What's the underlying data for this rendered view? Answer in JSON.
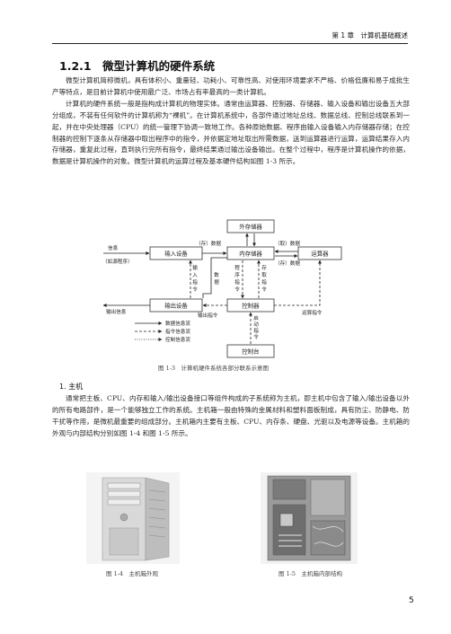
{
  "header": {
    "chapter": "第 1 章　计算机基础概述"
  },
  "section": {
    "title": "1.2.1　微型计算机的硬件系统"
  },
  "paragraphs": {
    "p1": "微型计算机简称微机，具有体积小、重量轻、功耗小、可靠性高、对使用环境要求不严格、价格低廉和易于成批生产等特点，是目前计算机中使用最广泛、市场占有率最高的一类计算机。",
    "p2": "计算机的硬件系统一般是指构成计算机的物理实体。通常由运算器、控制器、存储器、输入设备和输出设备五大部分组成，不装有任何软件的计算机称为“裸机”。在计算机系统中，各部件通过地址总线、数据总线、控制总线联系到一起，并在中央处理器（CPU）的统一管理下协调一致地工作。各种原始数据、程序由输入设备输入内存储器存储；在控制器的控制下逐条从存储器中取出程序中的指令，并依据定地址取出所需数据，送到运算器进行运算，运算结果存入内存储器，重复此过程，直到执行完所有指令，最终结果通过输出设备输出。在整个过程中，程序是计算机操作的依据，数据是计算机操作的对象。微型计算机的运算过程及基本硬件结构如图 1-3 所示。",
    "p3": "通常把主板、CPU、内存和输入/输出设备接口等组件构成的子系统称为主机，即主机中包含了输入/输出设备以外的所有电路部件，是一个能够独立工作的系统。主机箱一般由特殊的金属材料和塑料面板制成，具有防尘、防静电、防干扰等作用，是微机最重要的组成部分。主机箱内主要有主板、CPU、内存条、硬盘、光驱以及电源等设备。主机箱的外观与内部结构分别如图 1-4 和图 1-5 所示。"
  },
  "subheading": "1.  主机",
  "diagram": {
    "boxes": {
      "external_storage": "外存储器",
      "input_device": "输入设备",
      "memory": "内存储器",
      "alu": "运算器",
      "output_device": "输出设备",
      "controller": "控制器",
      "console": "控制台"
    },
    "labels": {
      "info": "信息",
      "program_paren": "（如源程序）",
      "save_data": "（存）数据",
      "fetch_data": "（取）数据",
      "save_data2": "（存）数据",
      "output_info": "输出信息",
      "output_cmd": "输出指令",
      "alu_cmd": "运算指令",
      "input_cmd_chars": [
        "输",
        "入",
        "指",
        "令"
      ],
      "data_chars": [
        "数",
        "据"
      ],
      "program_cmd_chars": [
        "程",
        "序",
        "指",
        "令"
      ],
      "fetch_cmd_chars": [
        "存",
        "取",
        "指",
        "令"
      ],
      "start_cmd_chars": [
        "启",
        "动",
        "指",
        "令"
      ]
    },
    "legend": [
      "数据信息流",
      "指令信息流",
      "控制信息流"
    ]
  },
  "figures": {
    "fig3": "图 1-3　计算机硬件系统各部分联系示意图",
    "fig4": "图 1-4　主机箱外观",
    "fig5": "图 1-5　主机箱内部结构"
  },
  "page_number": "5"
}
